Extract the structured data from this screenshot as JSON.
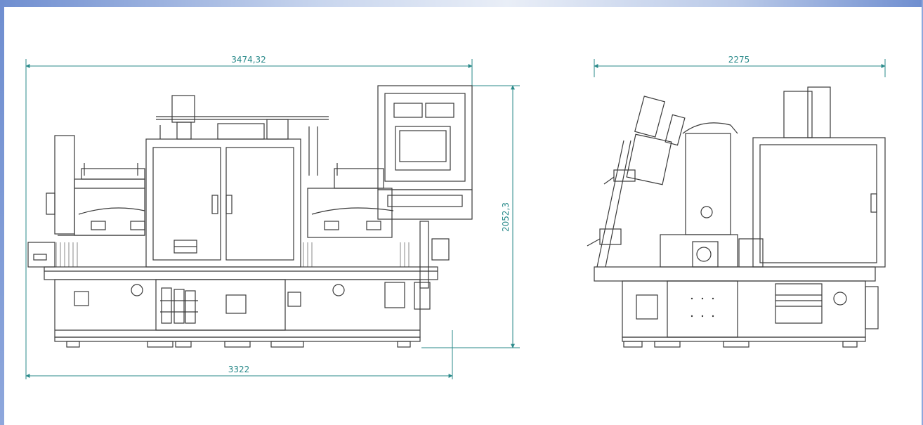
{
  "colors": {
    "accent_bar": "#6f8ed0",
    "dimension": "#2a8a8a",
    "linework": "#3a3a3a"
  },
  "front_view": {
    "overall_width": "3474,32",
    "base_width": "3322",
    "height": "2052,3"
  },
  "side_view": {
    "depth": "2275"
  }
}
